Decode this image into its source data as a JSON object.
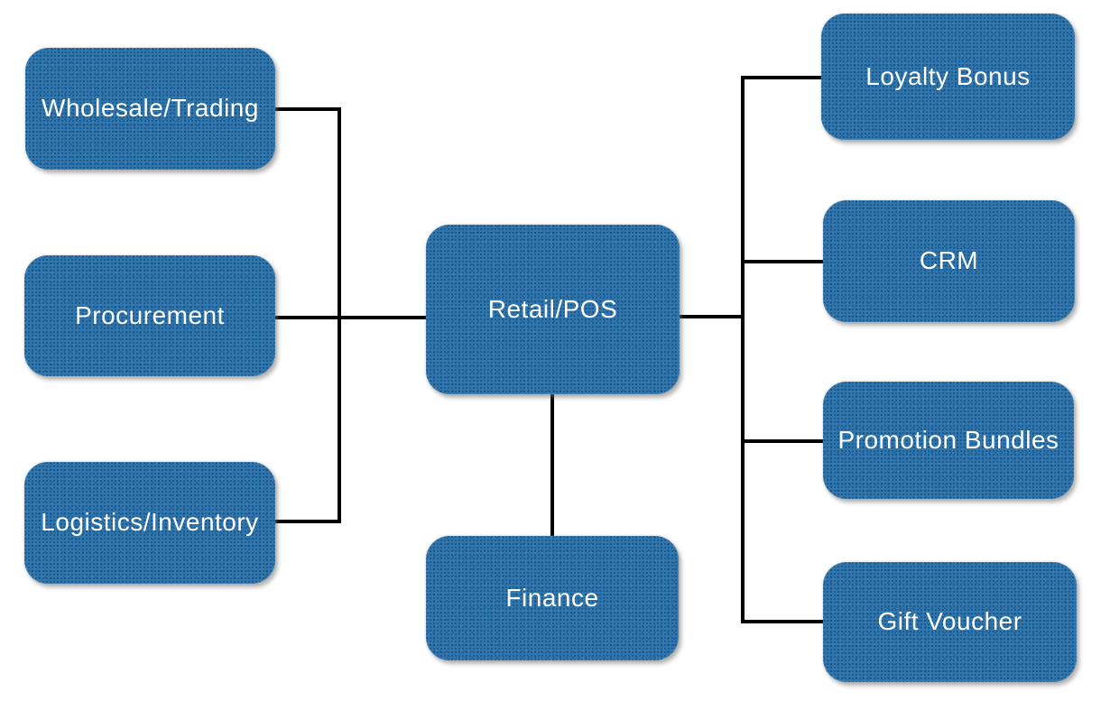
{
  "diagram": {
    "type": "flowchart",
    "colors": {
      "node_fill": "#2E76AC",
      "node_text": "#FFFFFF",
      "connector": "#000000",
      "background": "#FFFFFF"
    },
    "nodes": [
      {
        "id": "wholesale",
        "label": "Wholesale/Trading"
      },
      {
        "id": "procurement",
        "label": "Procurement"
      },
      {
        "id": "logistics",
        "label": "Logistics/Inventory"
      },
      {
        "id": "retail",
        "label": "Retail/POS"
      },
      {
        "id": "finance",
        "label": "Finance"
      },
      {
        "id": "loyalty",
        "label": "Loyalty Bonus"
      },
      {
        "id": "crm",
        "label": "CRM"
      },
      {
        "id": "promotion",
        "label": "Promotion Bundles"
      },
      {
        "id": "gift",
        "label": "Gift Voucher"
      }
    ],
    "edges": [
      {
        "from": "wholesale",
        "to": "retail"
      },
      {
        "from": "procurement",
        "to": "retail"
      },
      {
        "from": "logistics",
        "to": "retail"
      },
      {
        "from": "retail",
        "to": "finance"
      },
      {
        "from": "retail",
        "to": "loyalty"
      },
      {
        "from": "retail",
        "to": "crm"
      },
      {
        "from": "retail",
        "to": "promotion"
      },
      {
        "from": "retail",
        "to": "gift"
      }
    ]
  }
}
